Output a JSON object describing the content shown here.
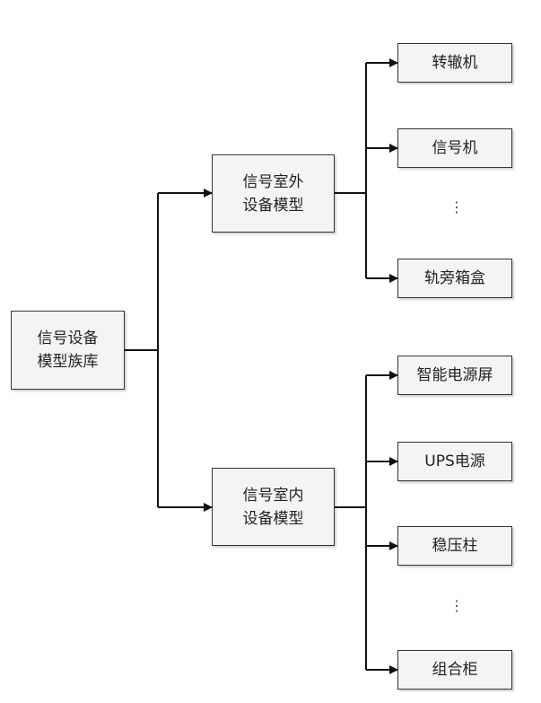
{
  "diagram": {
    "root": {
      "lines": [
        "信号设备",
        "模型族库"
      ]
    },
    "outdoor": {
      "lines": [
        "信号室外",
        "设备模型"
      ]
    },
    "indoor": {
      "lines": [
        "信号室内",
        "设备模型"
      ]
    },
    "outdoor_items": [
      "转辙机",
      "信号机",
      "轨旁箱盒"
    ],
    "indoor_items": [
      "智能电源屏",
      "UPS电源",
      "稳压柱",
      "组合柜"
    ],
    "ellipsis": "⋮",
    "colors": {
      "line": "#111111",
      "box_fill": "#f4f4f4",
      "box_border": "#333333"
    }
  }
}
